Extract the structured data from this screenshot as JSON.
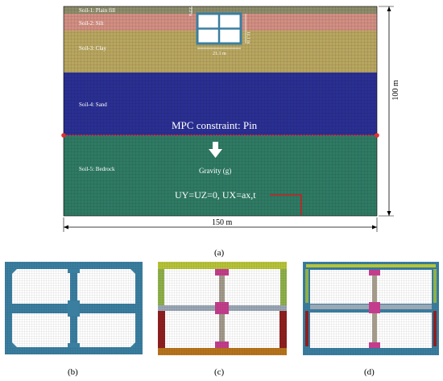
{
  "panel_a": {
    "soil_layers": [
      {
        "label": "Soil-1: Plain fill",
        "color": "#8c8c6a"
      },
      {
        "label": "Soil-2: Silt",
        "color": "#d28e82"
      },
      {
        "label": "Soil-3: Clay",
        "color": "#b8a660"
      },
      {
        "label": "Soil-4: Sand",
        "color": "#2a2f93"
      },
      {
        "label": "Soil-5: Bedrock",
        "color": "#2f7a64"
      }
    ],
    "mpc_label": "MPC constraint: Pin",
    "gravity_label": "Gravity (g)",
    "bc_label": "UY=UZ=0, UX=ax,t",
    "width_label": "150 m",
    "height_label": "100 m",
    "structure_width_label": "21.1 m",
    "structure_height_label": "14.1 m",
    "cover_label": "2.2 m",
    "caption": "(a)"
  },
  "panel_b": {
    "caption": "(b)"
  },
  "panel_c": {
    "caption": "(c)"
  },
  "panel_d": {
    "caption": "(d)"
  },
  "colors": {
    "mesh_line": "#000000",
    "mpc_line": "#e03030",
    "bc_line": "#cc2020",
    "frame_blue": "#3a7ea0",
    "member_yellow": "#b7c43a",
    "member_red": "#8e1f1f",
    "member_orange": "#b8741c",
    "column_gray": "#a39a8a",
    "joint_magenta": "#c43d8c",
    "slab_gray": "#9aa7b5"
  }
}
